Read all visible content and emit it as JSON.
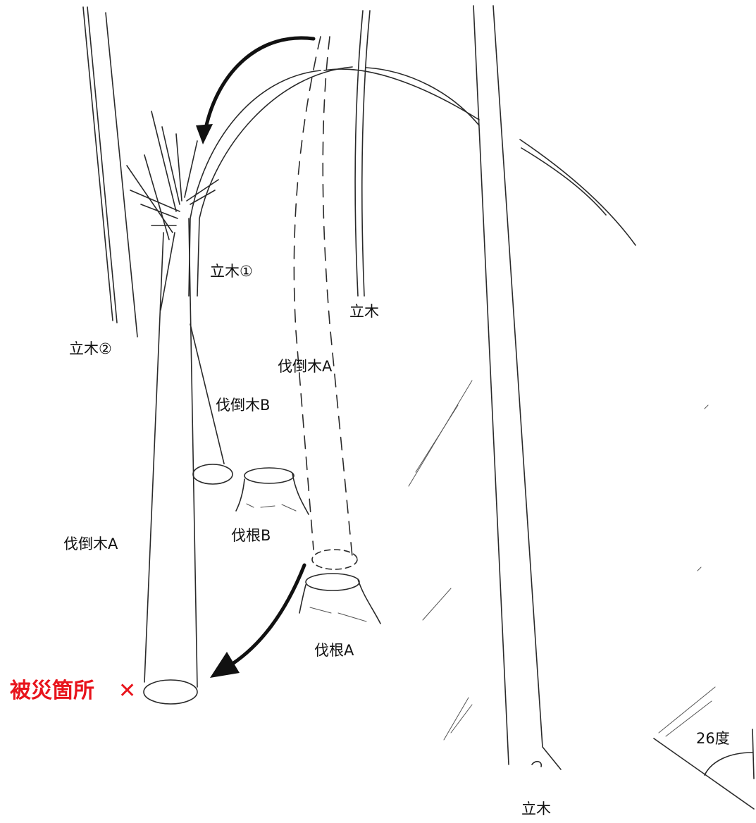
{
  "labels": {
    "standing_tree_1": "立木①",
    "standing_tree_2": "立木②",
    "standing_tree_center": "立木",
    "standing_tree_bottom": "立木",
    "felled_tree_a_upper": "伐倒木A",
    "felled_tree_a_lower": "伐倒木A",
    "felled_tree_b": "伐倒木B",
    "stump_a": "伐根A",
    "stump_b": "伐根B",
    "accident_location": "被災箇所",
    "accident_mark": "✕",
    "slope_angle": "26度"
  },
  "colors": {
    "accident_text": "#e8141c",
    "line": "#2a2a2a",
    "arrow": "#111111"
  }
}
